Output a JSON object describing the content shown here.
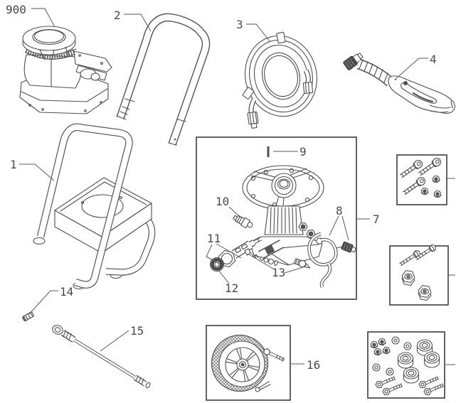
{
  "figure": {
    "kind": "exploded-parts-diagram",
    "background": "#ffffff",
    "line_color": "#4f4f4f",
    "box_color": "#3d3d3d",
    "label_color": "#4a4a4a",
    "callouts": {
      "engine": "900",
      "frame": "1",
      "handle": "2",
      "hose": "3",
      "gun": "4",
      "pump_assembly": "7",
      "bypass_hose": "8",
      "pin": "9",
      "thermal_valve": "10",
      "injector": "11",
      "seal": "12",
      "valve_kit": "13",
      "nozzle": "14",
      "wand": "15",
      "wheel_kit": "16"
    }
  }
}
